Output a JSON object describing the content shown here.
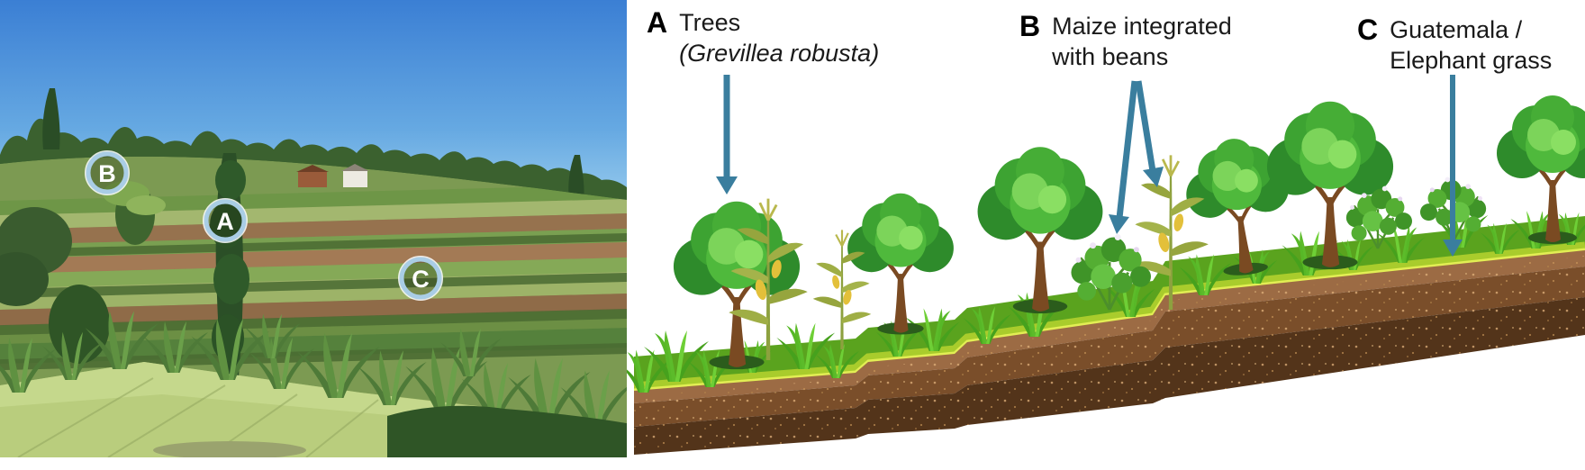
{
  "figure": {
    "type": "two-panel agroforestry figure",
    "panel_left": "photograph of terraced hillside farmland with circled site markers",
    "panel_right": "illustration of terraced slope with trees, crops and grass strips"
  },
  "photo": {
    "markers": [
      {
        "label": "A"
      },
      {
        "label": "B"
      },
      {
        "label": "C"
      }
    ]
  },
  "diagram": {
    "annotations": [
      {
        "letter": "A",
        "line1": "Trees",
        "line2": "(Grevillea robusta)"
      },
      {
        "letter": "B",
        "line1": "Maize integrated",
        "line2": "with beans"
      },
      {
        "letter": "C",
        "line1": "Guatemala /",
        "line2": "Elephant grass"
      }
    ]
  },
  "colors": {
    "arrow": "#3A7E9E",
    "marker_ring": "#A9CDE5",
    "marker_letter": "#FFFFFF",
    "annotation_text": "#1A1A1A",
    "terrace_green": "#5AA31E",
    "terrace_lip": "#A9CC2C",
    "soil_top_band": "#9C6B44",
    "soil_mid_band": "#7A4E2A",
    "soil_dark_band": "#53341A",
    "sky_top": "#3B7FD4",
    "sky_horizon": "#9FD0EF"
  }
}
